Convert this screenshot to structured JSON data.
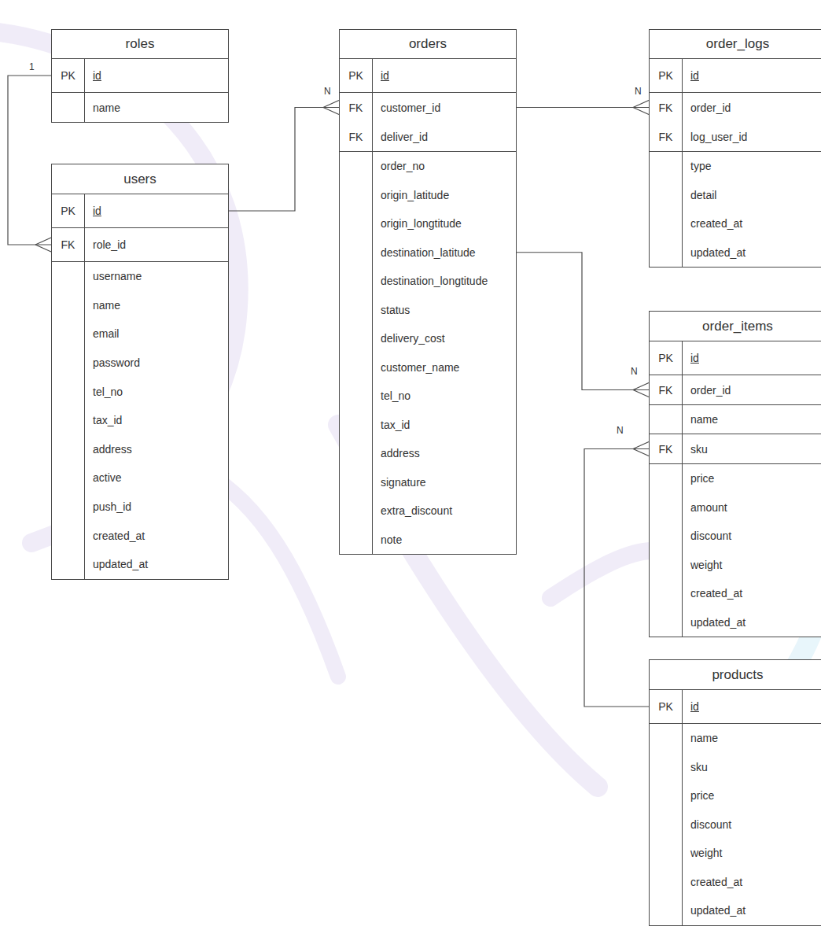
{
  "diagram": {
    "nodes": [
      {
        "text": [
          "roles",
          "PK",
          "id",
          "name"
        ]
      },
      {
        "text": [
          "users",
          "PK",
          "id",
          "FK",
          "role_id",
          "username",
          "name",
          "email",
          "password",
          "tel_no",
          "tax_id",
          "address",
          "active",
          "push_id",
          "created_at",
          "updated_at"
        ]
      },
      {
        "text": [
          "orders",
          "PK",
          "id",
          "FK",
          "customer_id",
          "FK",
          "deliver_id",
          "order_no",
          "origin_latitude",
          "origin_longtitude",
          "destination_latitude",
          "destination_longtitude",
          "status",
          "delivery_cost",
          "customer_name",
          "tel_no",
          "tax_id",
          "address",
          "signature",
          "extra_discount",
          "note"
        ]
      },
      {
        "text": [
          "order_logs",
          "PK",
          "id",
          "FK",
          "order_id",
          "FK",
          "log_user_id",
          "type",
          "detail",
          "created_at",
          "updated_at"
        ]
      },
      {
        "text": [
          "order_items",
          "PK",
          "id",
          "FK",
          "order_id",
          "name",
          "FK",
          "sku",
          "price",
          "amount",
          "discount",
          "weight",
          "created_at",
          "updated_at"
        ]
      },
      {
        "text": [
          "products",
          "PK",
          "id",
          "name",
          "sku",
          "price",
          "discount",
          "weight",
          "created_at",
          "updated_at"
        ]
      }
    ],
    "edges": [
      {
        "from": 0,
        "to": 1,
        "arrow": "to"
      },
      {
        "from": 1,
        "to": 2,
        "arrow": "to"
      },
      {
        "from": 2,
        "to": 3,
        "arrow": "to"
      },
      {
        "from": 2,
        "to": 4,
        "arrow": "to"
      },
      {
        "from": 5,
        "to": 4,
        "arrow": "to"
      }
    ],
    "labels": [
      "1",
      "N",
      "N",
      "N",
      "N"
    ]
  }
}
